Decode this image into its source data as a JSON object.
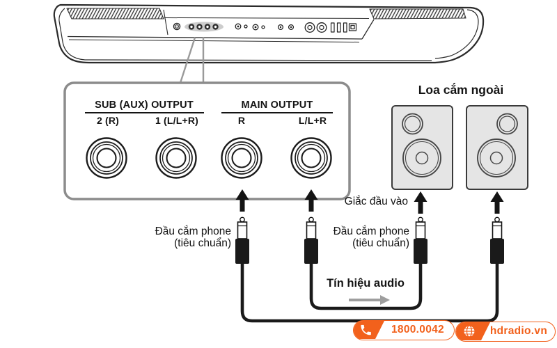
{
  "device": {
    "name": "keyboard-rear-panel",
    "callout_panel": {
      "sub_group": {
        "title": "SUB (AUX) OUTPUT",
        "jack1": "2 (R)",
        "jack2": "1 (L/L+R)"
      },
      "main_group": {
        "title": "MAIN OUTPUT",
        "jack1": "R",
        "jack2": "L/L+R"
      }
    }
  },
  "speakers": {
    "title": "Loa cắm ngoài"
  },
  "labels": {
    "input_jack": "Giắc đầu vào",
    "plug_left": {
      "line1": "Đầu cắm phone",
      "line2": "(tiêu chuẩn)"
    },
    "plug_right": {
      "line1": "Đầu cắm phone",
      "line2": "(tiêu chuẩn)"
    },
    "audio_signal": "Tín hiệu audio"
  },
  "footer": {
    "hotline": "1800.0042",
    "website": "hdradio.vn",
    "accent_color": "#F2611C",
    "hotline_icon": "phone-handset-icon",
    "website_icon": "globe-icon"
  }
}
